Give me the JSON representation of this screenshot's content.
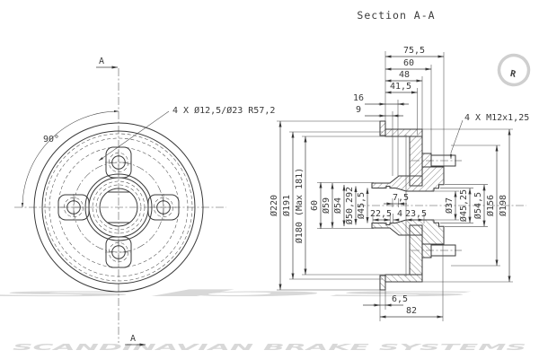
{
  "title": "Section A-A",
  "watermark": {
    "logo": "sbs",
    "registered": "R",
    "banner": "SCANDINAVIAN BRAKE SYSTEMS"
  },
  "front_view": {
    "marker_top": "A",
    "marker_bottom": "A",
    "angle": "90°",
    "holes_note": "4 X Ø12,5/Ø23  R57,2"
  },
  "section_view": {
    "stud_note": "4 X M12x1,25",
    "top_dims": [
      "75,5",
      "60",
      "48",
      "41,5",
      "16",
      "9"
    ],
    "left_diameters": [
      "Ø220",
      "Ø191",
      "Ø180 (Max 181)"
    ],
    "hub_left_dims": [
      "60",
      "Ø59",
      "Ø54",
      "Ø50,292",
      "Ø45,5"
    ],
    "axial_dims": [
      "7,5",
      "22,5",
      "4",
      "23,5"
    ],
    "hub_right_dims": [
      "Ø37",
      "Ø45,25",
      "Ø54,5"
    ],
    "right_diameters": [
      "Ø156",
      "Ø198"
    ],
    "bottom_dims": [
      "6,5",
      "82"
    ]
  }
}
